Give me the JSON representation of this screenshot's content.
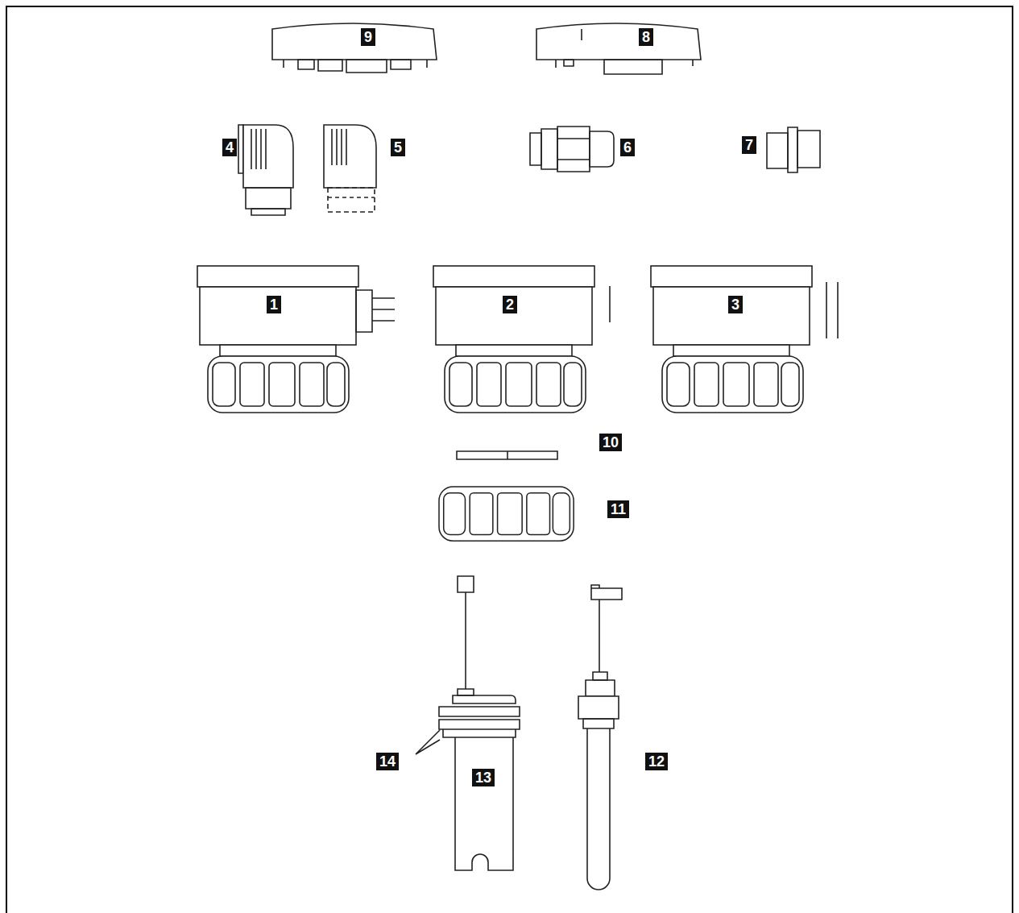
{
  "diagram": {
    "labels": [
      "9",
      "8",
      "4",
      "5",
      "6",
      "7",
      "1",
      "2",
      "3",
      "10",
      "11",
      "14",
      "13",
      "12"
    ]
  }
}
